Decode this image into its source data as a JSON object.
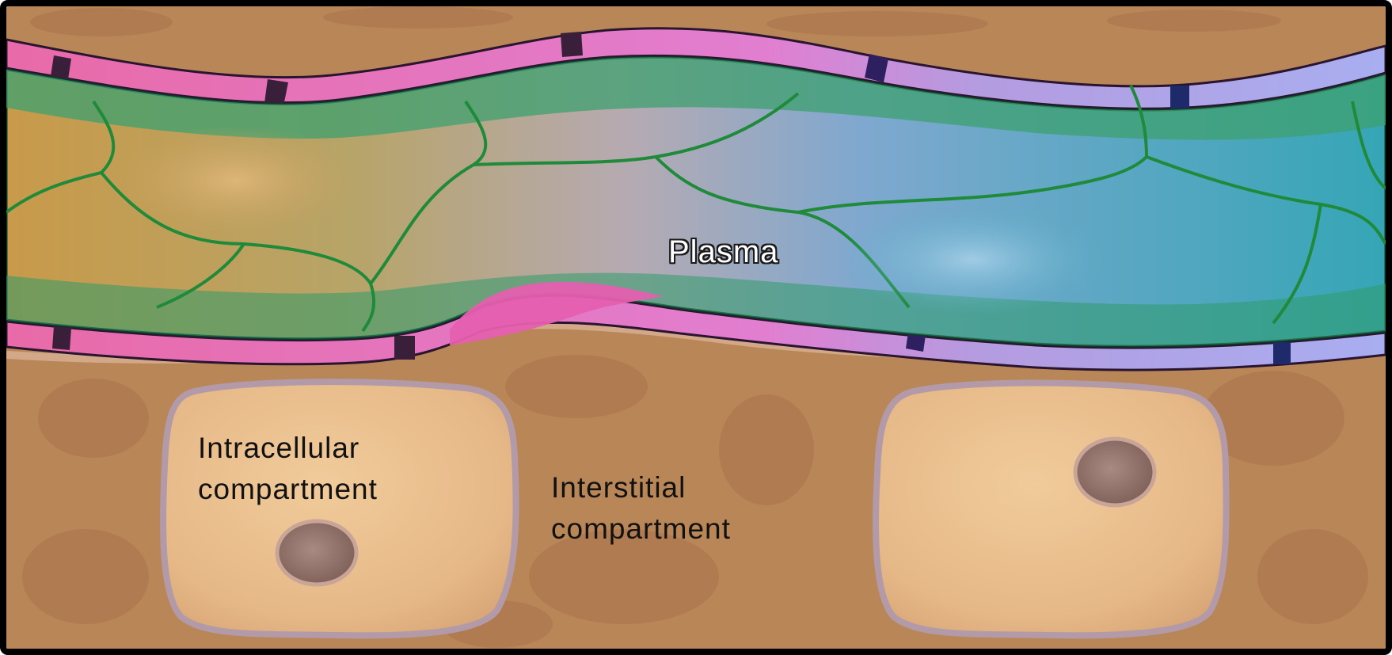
{
  "labels": {
    "plasma": "Plasma",
    "intracellular": "Intracellular compartment",
    "interstitial": "Interstitial compartment"
  },
  "colors": {
    "tissue": "#b98658",
    "vessel_wall_pink": "#e86aa8",
    "vessel_wall_purple": "#b59be0",
    "plasma_green": "#2f9a6a",
    "plasma_teal": "#3aa7b8",
    "cell_fill": "#e8bd8a",
    "nucleus": "#8c6a64"
  },
  "icons": [
    "blood-vessel",
    "endothelial-cell",
    "tissue-cell",
    "cell-nucleus"
  ]
}
